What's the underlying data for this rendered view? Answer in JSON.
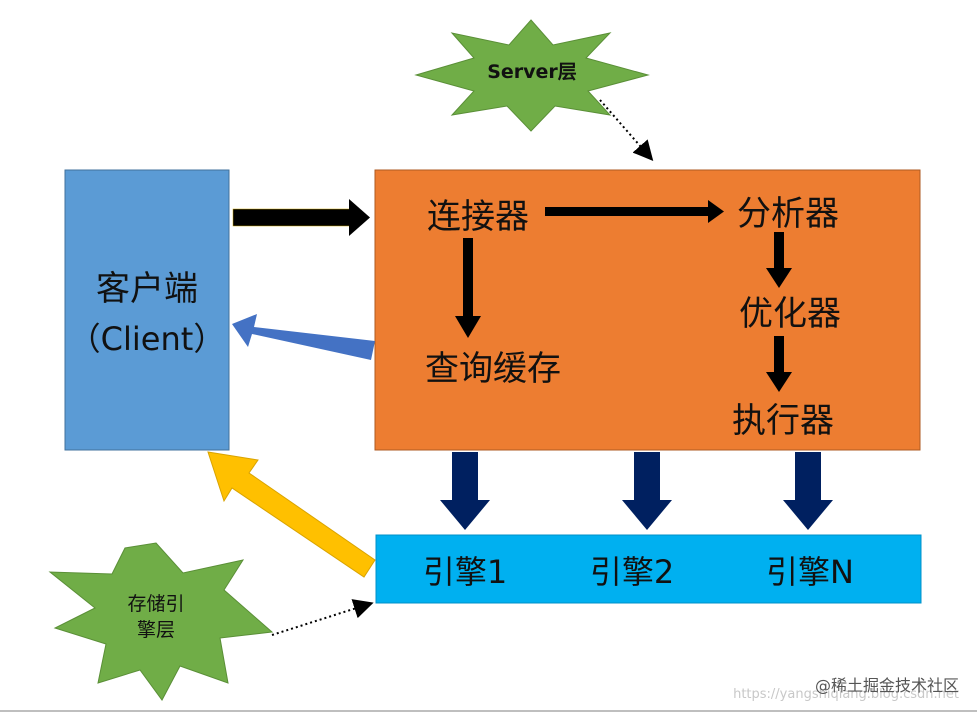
{
  "diagram": {
    "client": {
      "line1": "客户端",
      "line2": "（Client）"
    },
    "server_star": {
      "label": "Server层"
    },
    "storage_star": {
      "line1": "存储引",
      "line2": "擎层"
    },
    "server_box": {
      "connector": "连接器",
      "analyzer": "分析器",
      "query_cache": "查询缓存",
      "optimizer": "优化器",
      "executor": "执行器"
    },
    "engine_bar": {
      "engines": [
        "引擎1",
        "引擎2",
        "引擎N"
      ]
    }
  },
  "watermark": {
    "brand": "@稀土掘金技术社区",
    "url": "https://yangshiqiang.blog.csdn.net"
  },
  "colors": {
    "client_blue": "#5b9bd5",
    "server_orange": "#ed7d31",
    "engine_cyan": "#00b0f0",
    "star_green": "#70ad47",
    "navy_arrow": "#002060",
    "return_arrow_blue": "#4472c4",
    "storage_arrow_gold": "#ffc000"
  }
}
